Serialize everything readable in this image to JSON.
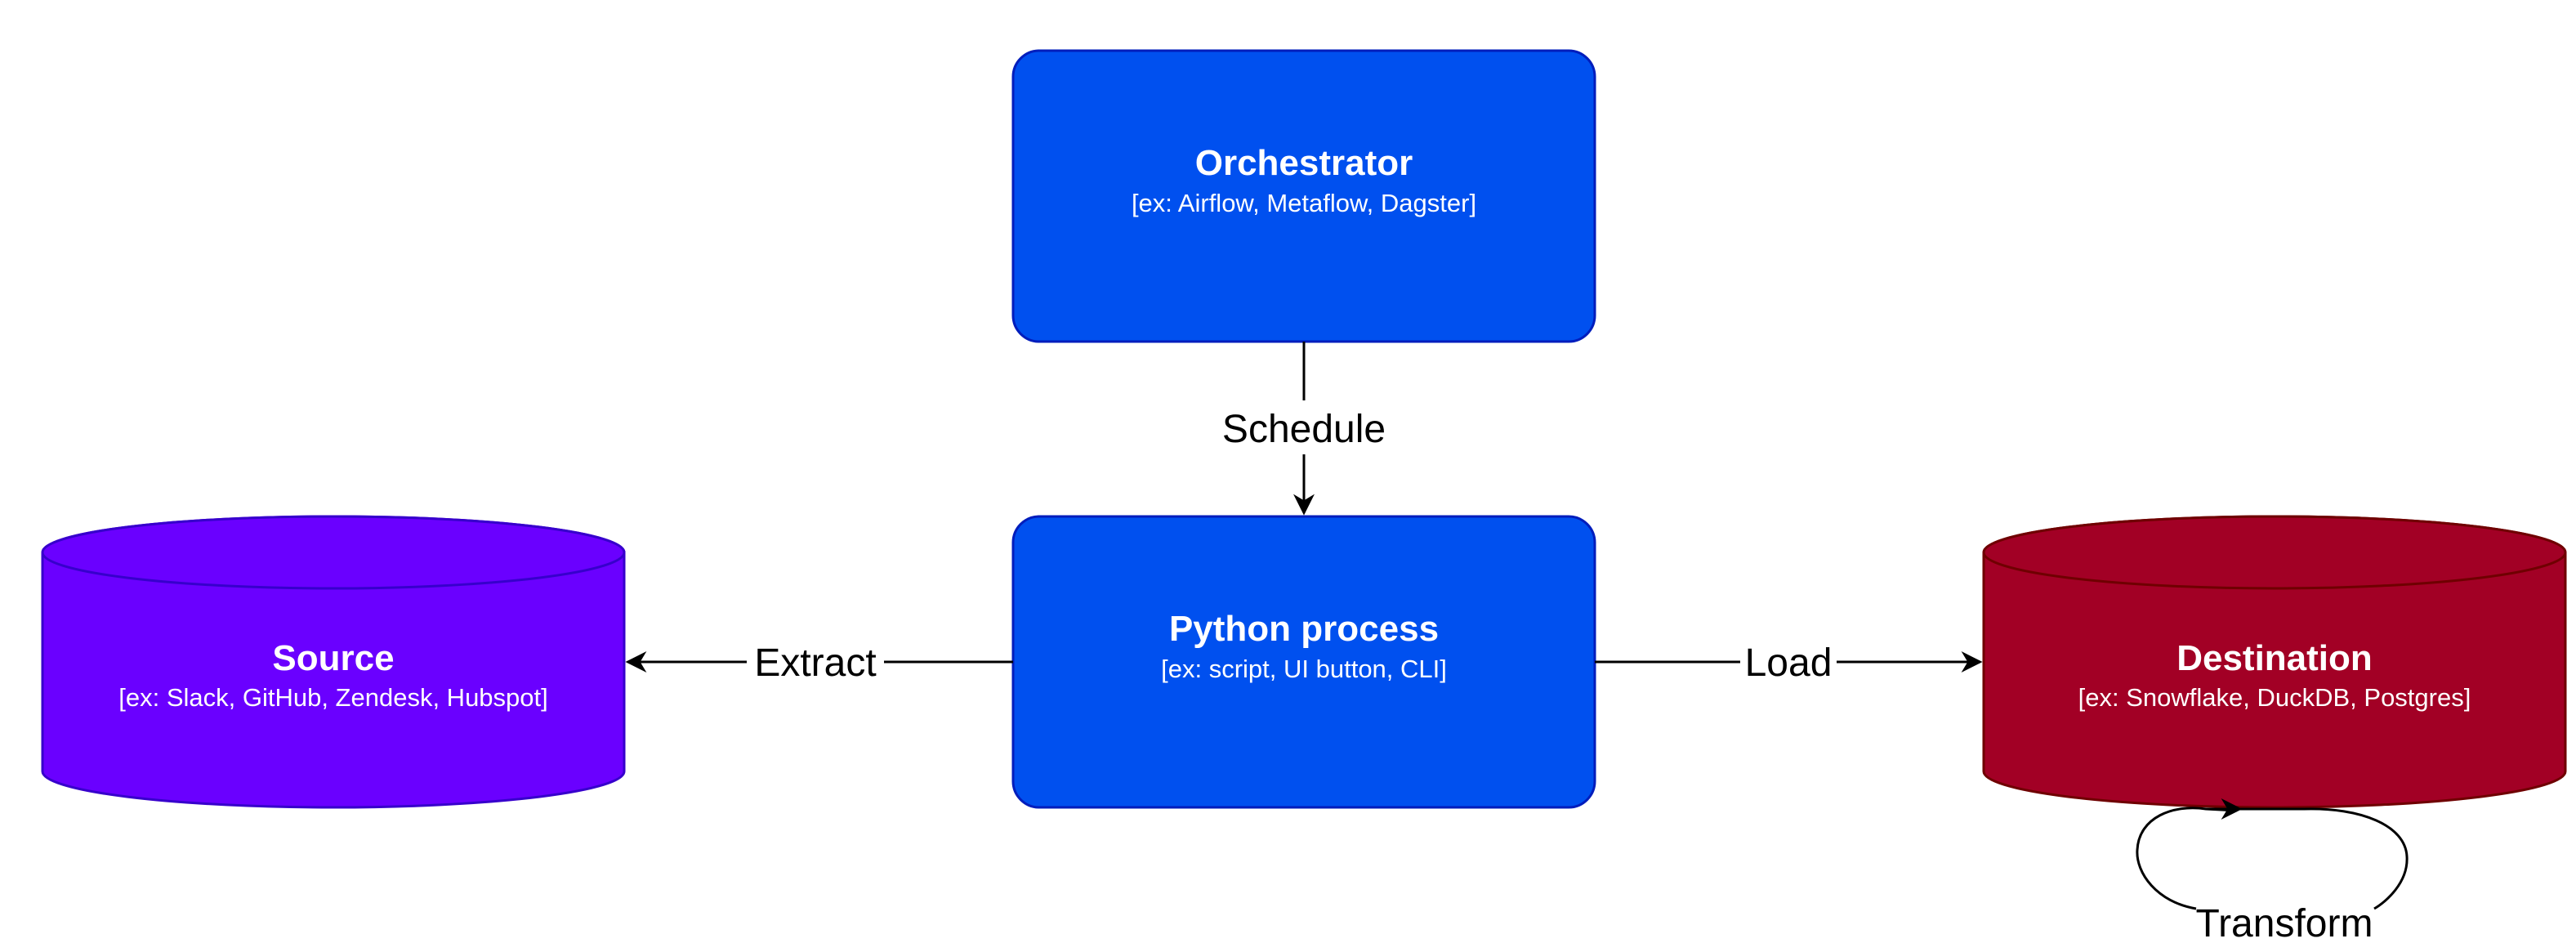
{
  "nodes": {
    "orchestrator": {
      "title": "Orchestrator",
      "subtitle": "[ex: Airflow, Metaflow, Dagster]",
      "color": "#0050EF",
      "stroke": "#001DBC",
      "shape": "rounded-rectangle"
    },
    "python_process": {
      "title": "Python process",
      "subtitle": "[ex: script, UI button, CLI]",
      "color": "#0050EF",
      "stroke": "#001DBC",
      "shape": "rounded-rectangle"
    },
    "source": {
      "title": "Source",
      "subtitle": "[ex: Slack, GitHub, Zendesk, Hubspot]",
      "color": "#6A00FF",
      "stroke": "#3700CC",
      "shape": "cylinder"
    },
    "destination": {
      "title": "Destination",
      "subtitle": "[ex: Snowflake, DuckDB, Postgres]",
      "color": "#A20025",
      "stroke": "#6F0000",
      "shape": "cylinder"
    }
  },
  "edges": {
    "schedule": {
      "label": "Schedule",
      "from": "Orchestrator",
      "to": "Python process"
    },
    "extract": {
      "label": "Extract",
      "from": "Python process",
      "to": "Source"
    },
    "load": {
      "label": "Load",
      "from": "Python process",
      "to": "Destination"
    },
    "transform": {
      "label": "Transform",
      "from": "Destination",
      "to": "Destination"
    }
  },
  "colors": {
    "text_on_node": "#FFFFFF",
    "edge": "#000000",
    "background": "#FFFFFF"
  }
}
